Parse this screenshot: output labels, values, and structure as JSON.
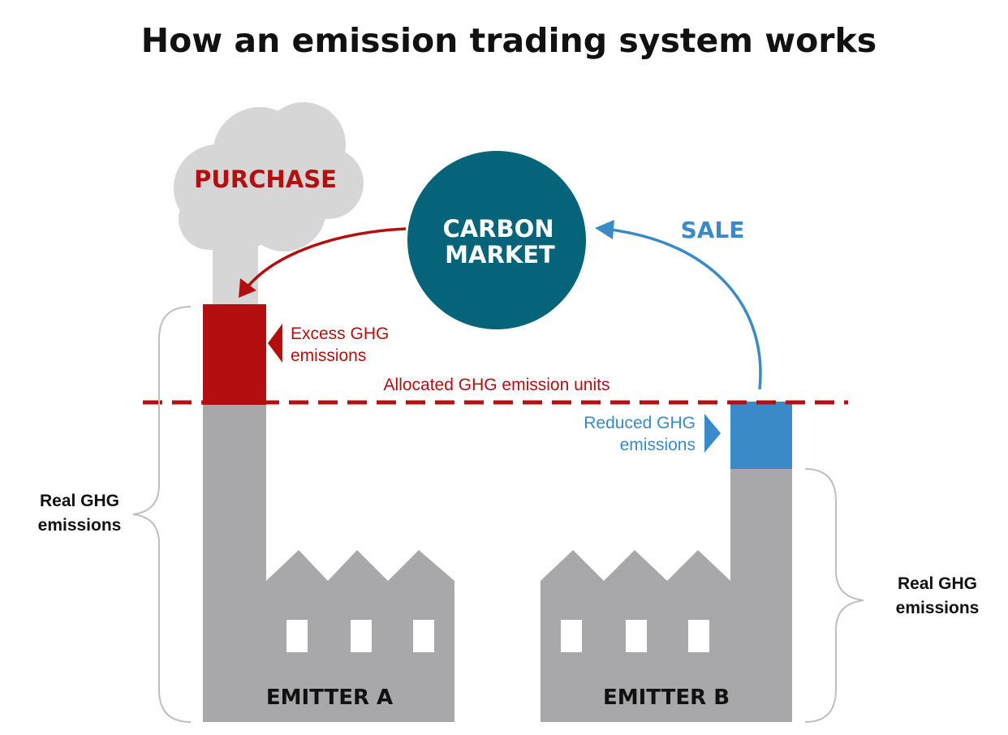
{
  "title": "How an emission trading system works",
  "market": {
    "line1": "CARBON",
    "line2": "MARKET"
  },
  "purchase_label": "PURCHASE",
  "sale_label": "SALE",
  "excess": {
    "line1": "Excess GHG",
    "line2": "emissions"
  },
  "reduced": {
    "line1": "Reduced GHG",
    "line2": "emissions"
  },
  "allocated_label": "Allocated GHG emission units",
  "real_left": {
    "line1": "Real GHG",
    "line2": "emissions"
  },
  "real_right": {
    "line1": "Real GHG",
    "line2": "emissions"
  },
  "emitter_a": "EMITTER A",
  "emitter_b": "EMITTER B",
  "colors": {
    "purchase_red": "#b30f0f",
    "sale_blue": "#3a8ac8",
    "market_teal": "#05637a",
    "factory_gray": "#a8a8aa",
    "smoke_gray": "#d6d6d6",
    "text_dark": "#111111"
  },
  "icons": [
    "smoke-cloud-icon",
    "factory-icon",
    "arrow-icon",
    "brace-icon"
  ]
}
